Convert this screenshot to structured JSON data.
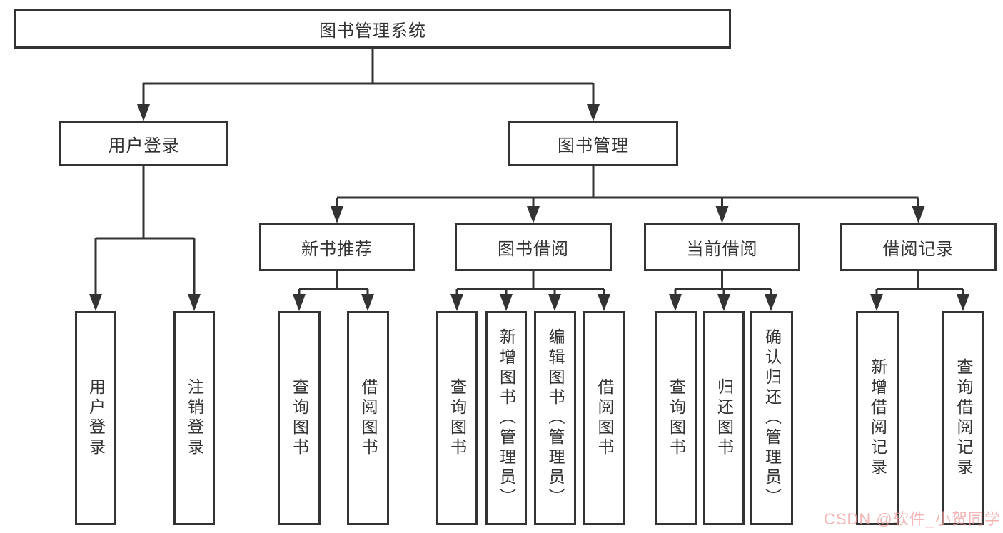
{
  "tree": {
    "label": "图书管理系统",
    "children": [
      {
        "label": "用户登录",
        "children": [
          {
            "label": "用户登录"
          },
          {
            "label": "注销登录"
          }
        ]
      },
      {
        "label": "图书管理",
        "children": [
          {
            "label": "新书推荐",
            "children": [
              {
                "label": "查询图书"
              },
              {
                "label": "借阅图书"
              }
            ]
          },
          {
            "label": "图书借阅",
            "children": [
              {
                "label": "查询图书"
              },
              {
                "label": "新增图书（管理员）"
              },
              {
                "label": "编辑图书（管理员）"
              },
              {
                "label": "借阅图书"
              }
            ]
          },
          {
            "label": "当前借阅",
            "children": [
              {
                "label": "查询图书"
              },
              {
                "label": "归还图书"
              },
              {
                "label": "确认归还（管理员）"
              }
            ]
          },
          {
            "label": "借阅记录",
            "children": [
              {
                "label": "新增借阅记录"
              },
              {
                "label": "查询借阅记录"
              }
            ]
          }
        ]
      }
    ]
  },
  "watermark": {
    "text": "CSDN @软件_小贺同学",
    "color": "#f29d9d"
  },
  "colors": {
    "line": "#333333",
    "text": "#333333",
    "background": "#ffffff"
  }
}
